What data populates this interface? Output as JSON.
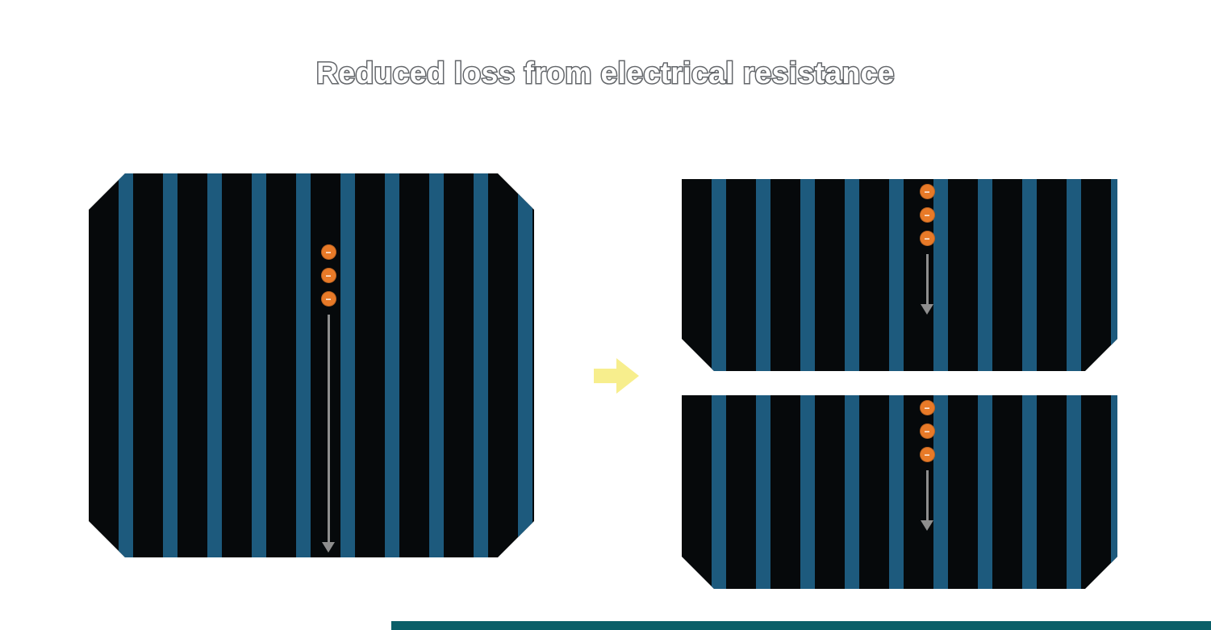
{
  "title": "Reduced loss from electrical resistance",
  "electron_symbol": "−",
  "figure": {
    "full_cell": {
      "electron_count": 3
    },
    "half_cell_top": {
      "electron_count": 3
    },
    "half_cell_bottom": {
      "electron_count": 3
    }
  },
  "colors": {
    "page-bg": "#ffffff",
    "title-fill": "#ffffff",
    "title-outline": "#63666a",
    "cell-bg": "#06090b",
    "stripe": "#1d5a7d",
    "electron": "#e87a28",
    "electron-symbol": "#ffffff",
    "flow-arrow": "#8e8e8e",
    "transition-arrow": "#f7ee8d",
    "footer-strip": "#0a5f68"
  }
}
